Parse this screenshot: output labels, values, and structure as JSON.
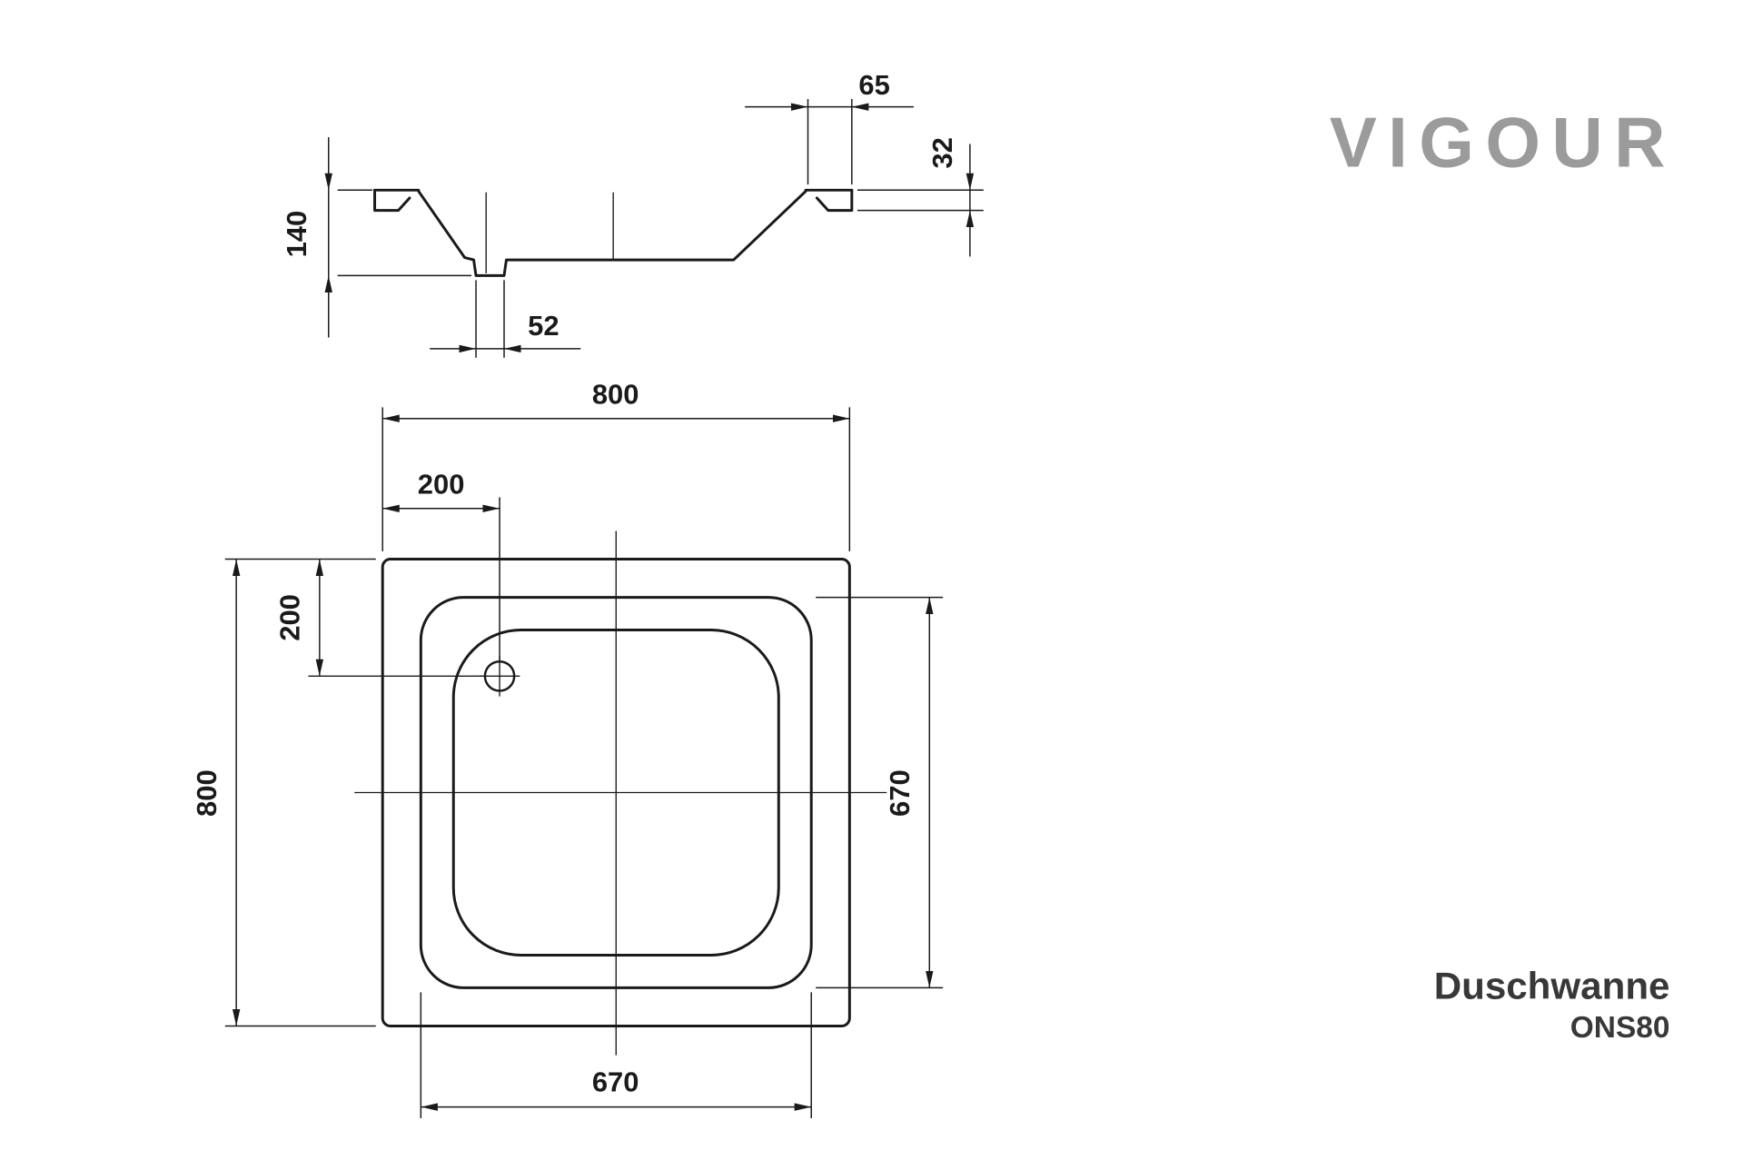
{
  "brand": {
    "logo_text": "VIGOUR"
  },
  "product": {
    "name": "Duschwanne",
    "model": "ONS80"
  },
  "colors": {
    "line": "#1a1a1a",
    "logo_gray": "#9b9b9b",
    "title_text": "#383838"
  },
  "section_view": {
    "height": "140",
    "rim_width": "65",
    "rim_height": "32",
    "drain_width": "52"
  },
  "plan_view": {
    "outer_width": "800",
    "outer_height": "800",
    "inner_width": "670",
    "inner_height": "670",
    "drain_from_left": "200",
    "drain_from_top": "200"
  }
}
